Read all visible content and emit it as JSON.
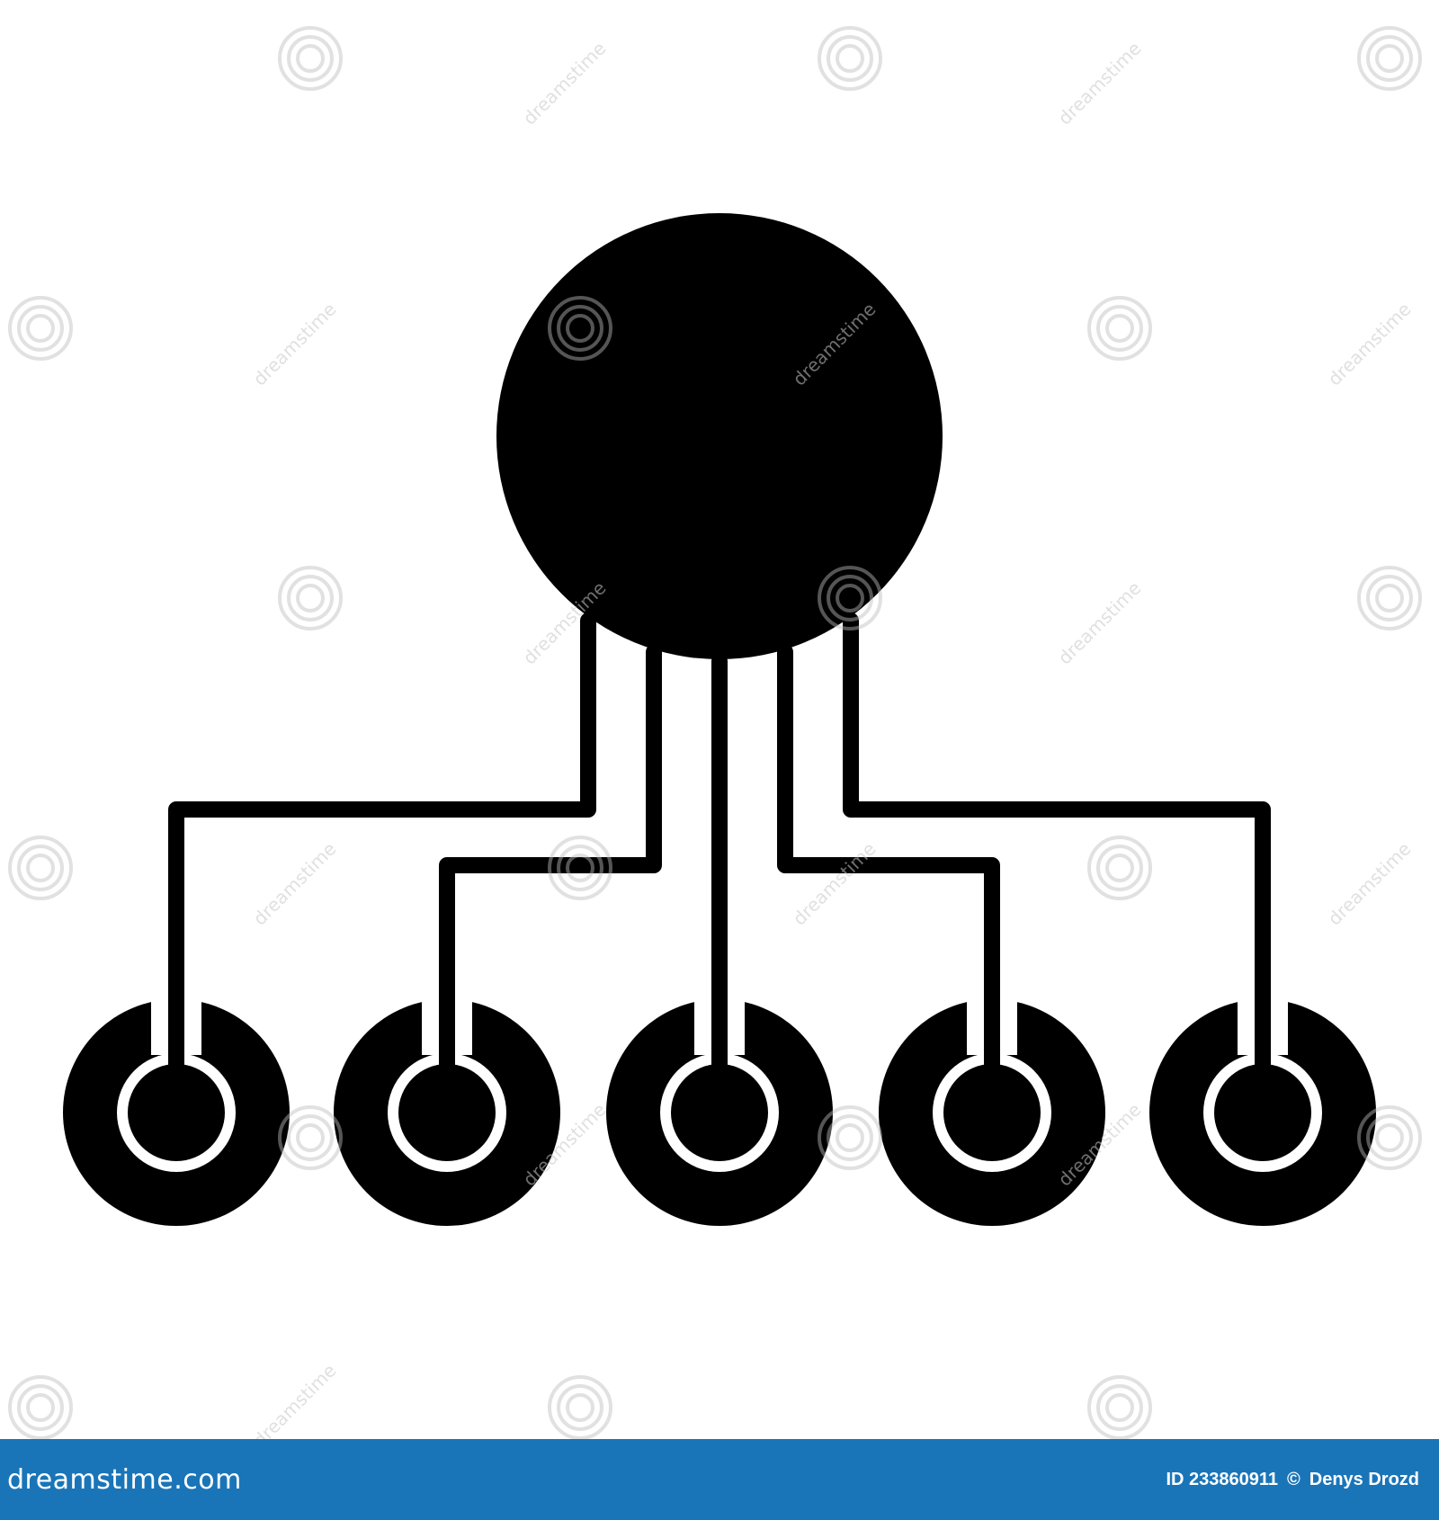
{
  "colors": {
    "icon": "#000000",
    "background": "#ffffff",
    "footer": "#1a75b8",
    "footer_text": "#ffffff"
  },
  "watermark": {
    "text": "dreamstime"
  },
  "footer": {
    "brand": "dreamstime.com",
    "id_text": "ID 233860911",
    "copyright_symbol": "©",
    "author": "Denys Drozd"
  }
}
